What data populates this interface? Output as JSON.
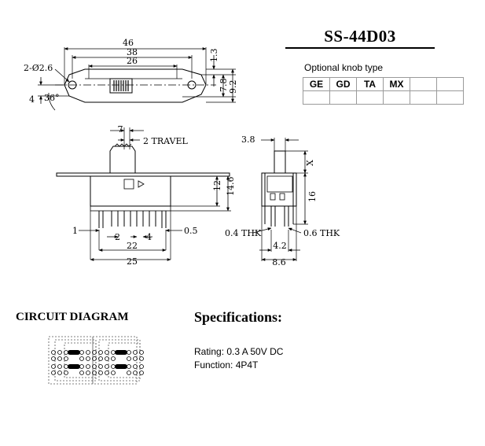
{
  "title": "SS-44D03",
  "optional_knob": {
    "label": "Optional knob type",
    "types": [
      "GE",
      "GD",
      "TA",
      "MX",
      "",
      ""
    ]
  },
  "dimensions": {
    "top": {
      "overall": "46",
      "pitch": "38",
      "body": "26",
      "holes": "2-Ø2.6",
      "chamfer": "4",
      "angle": "36°",
      "right_1": "1.3",
      "right_2": "7.8",
      "right_3": "9.2"
    },
    "front": {
      "knob": "7",
      "travel": "2 TRAVEL",
      "height_1": "12",
      "height_2": "14.6",
      "pin_left": "1",
      "pin_right": "0.5",
      "pitch_2": "2",
      "pitch_4": "4",
      "span_22": "22",
      "span_25": "25"
    },
    "side": {
      "knob_width": "3.8",
      "x": "X",
      "height": "16",
      "thk_left": "0.4 THK",
      "thk_right": "0.6 THK",
      "pitch": "4.2",
      "width": "8.6"
    }
  },
  "circuit": {
    "title": "CIRCUIT DIAGRAM"
  },
  "specs": {
    "title": "Specifications:",
    "rating": "Rating: 0.3 A 50V DC",
    "function": "Function: 4P4T"
  }
}
